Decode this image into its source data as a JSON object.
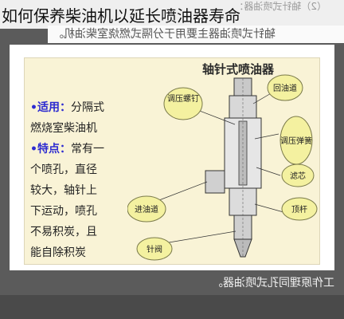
{
  "title": "如何保养柴油机以延长喷油器寿命",
  "top_mirror_text": "轴针式喷油器主要用于分隔式燃烧室柴油机。",
  "top_mirror_small": "（2）轴针式喷油器：",
  "diagram": {
    "title": "轴针式喷油器",
    "left_lines": [
      {
        "label": "•适用：",
        "text": "分隔式"
      },
      {
        "text": "燃烧室柴油机"
      },
      {
        "label": "•特点：",
        "text": "常有一"
      },
      {
        "text": "个喷孔，直径"
      },
      {
        "text": "较大，轴针上"
      },
      {
        "text": "下运动，喷孔"
      },
      {
        "text": "不易积炭，且"
      },
      {
        "text": "能自除积炭"
      }
    ],
    "callouts": {
      "return_oil": "回油道",
      "pressure_screw": "调压螺钉",
      "pressure_spring": "调压弹簧",
      "push_rod": "顶杆",
      "filter": "滤芯",
      "inlet": "进油道",
      "needle": "针阀"
    }
  },
  "bottom_mirror_text": "工作原理同孔式喷油器。"
}
